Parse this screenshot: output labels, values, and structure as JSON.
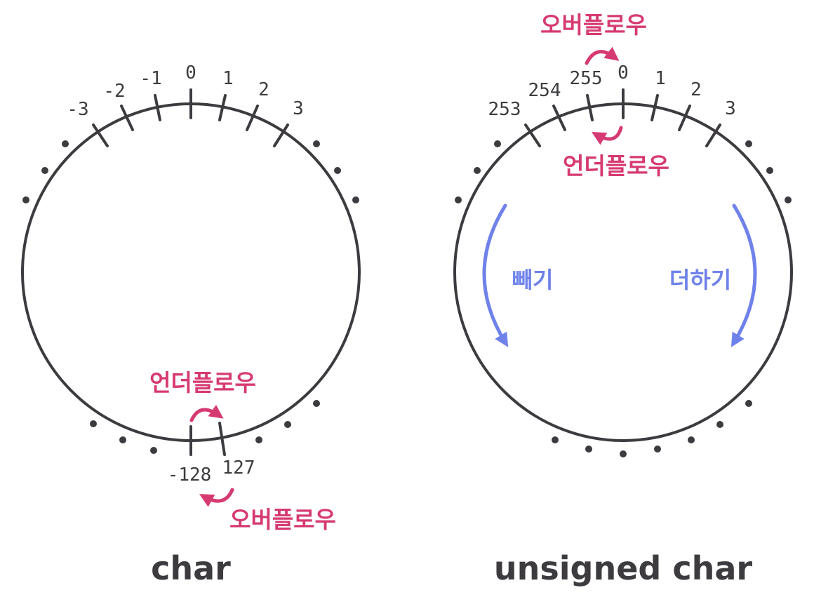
{
  "colors": {
    "circle": "#3d3b3f",
    "accent_pink": "#d63a72",
    "accent_blue": "#6f82ea",
    "text": "#3d3b3f"
  },
  "signed": {
    "caption": "char",
    "top_labels": [
      "-3",
      "-2",
      "-1",
      "0",
      "1",
      "2",
      "3"
    ],
    "bottom_labels": {
      "min": "-128",
      "max": "127"
    },
    "underflow_label": "언더플로우",
    "overflow_label": "오버플로우"
  },
  "unsigned": {
    "caption": "unsigned char",
    "top_labels": [
      "253",
      "254",
      "255",
      "0",
      "1",
      "2",
      "3"
    ],
    "overflow_label": "오버플로우",
    "underflow_label": "언더플로우",
    "subtract_label": "빼기",
    "add_label": "더하기"
  },
  "icons": {
    "overflow_arrow": "curved-arrow-icon",
    "underflow_arrow": "curved-arrow-icon",
    "direction_arrow": "arc-arrow-icon",
    "ellipsis_dot": "dot-icon"
  }
}
